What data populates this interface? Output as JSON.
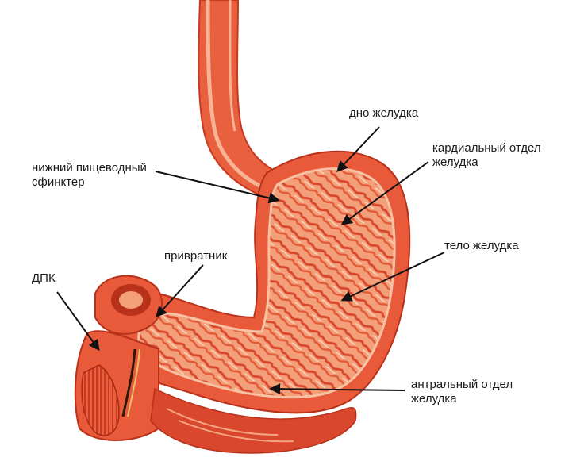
{
  "labels": {
    "fundus": {
      "lines": [
        "дно желудка"
      ]
    },
    "cardia": {
      "lines": [
        "кардиальный отдел",
        "желудка"
      ]
    },
    "les": {
      "lines": [
        "нижний пищеводный",
        "сфинктер"
      ]
    },
    "pylorus": {
      "lines": [
        "привратник"
      ]
    },
    "duodenum": {
      "lines": [
        "ДПК"
      ]
    },
    "body": {
      "lines": [
        "тело желудка"
      ]
    },
    "antrum": {
      "lines": [
        "антральный отдел",
        "желудка"
      ]
    }
  },
  "colors": {
    "outer_wall": "#e85a3a",
    "inner_mucosa": "#f6b08c",
    "fold_dark": "#d9472c",
    "fold_light": "#fbd3b8",
    "arrow": "#111111",
    "text": "#1a1a1a"
  }
}
